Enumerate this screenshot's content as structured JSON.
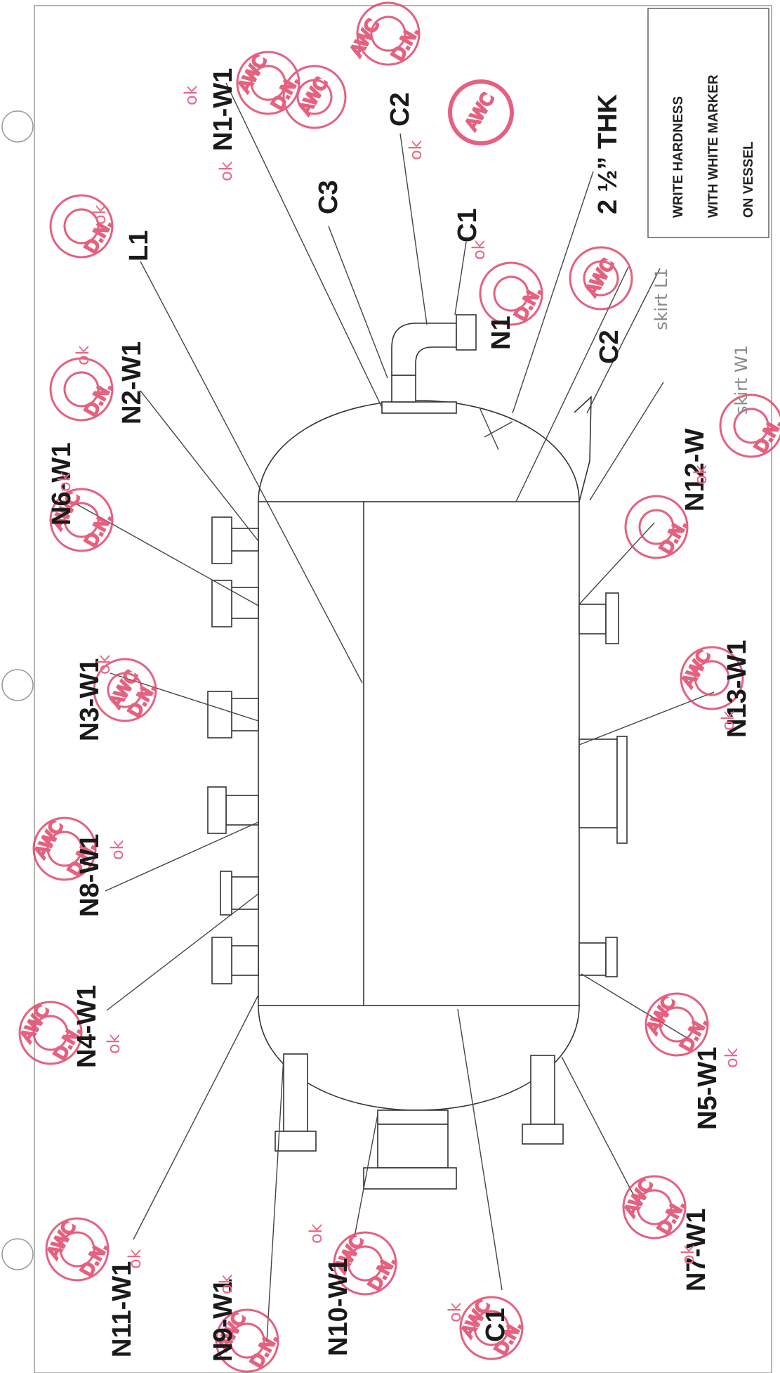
{
  "note": {
    "line1": "WRITE HARDNESS",
    "line2": "WITH WHITE MARKER",
    "line3": "ON VESSEL"
  },
  "labels": {
    "N1_W1": "N1-W1",
    "C3": "C3",
    "C2_top": "C2",
    "C1_top": "C1",
    "thk": "2 ½” THK",
    "L1": "L1",
    "N1": "N1",
    "C2_mid": "C2",
    "N2_W1": "N2-W1",
    "N6_W1": "N6-W1",
    "N12_W": "N12-W",
    "N3_W1": "N3-W1",
    "N13_W1": "N13-W1",
    "N8_W1": "N8-W1",
    "N4_W1": "N4-W1",
    "N5_W1": "N5-W1",
    "N11_W1": "N11-W1",
    "N9_W1": "N9-W1",
    "N10_W1": "N10-W1",
    "N7_W1": "N7-W1",
    "C1_bottom": "C1"
  },
  "handwriting": {
    "skirt_l1": "skirt L1",
    "skirt_w1": "skirt W1",
    "ok": "ok"
  },
  "stamp": {
    "top": "AWC",
    "bottom": "D.N."
  },
  "colors": {
    "stamp": "#e0456a",
    "line": "#333333",
    "page_border": "#9a9a9a"
  }
}
